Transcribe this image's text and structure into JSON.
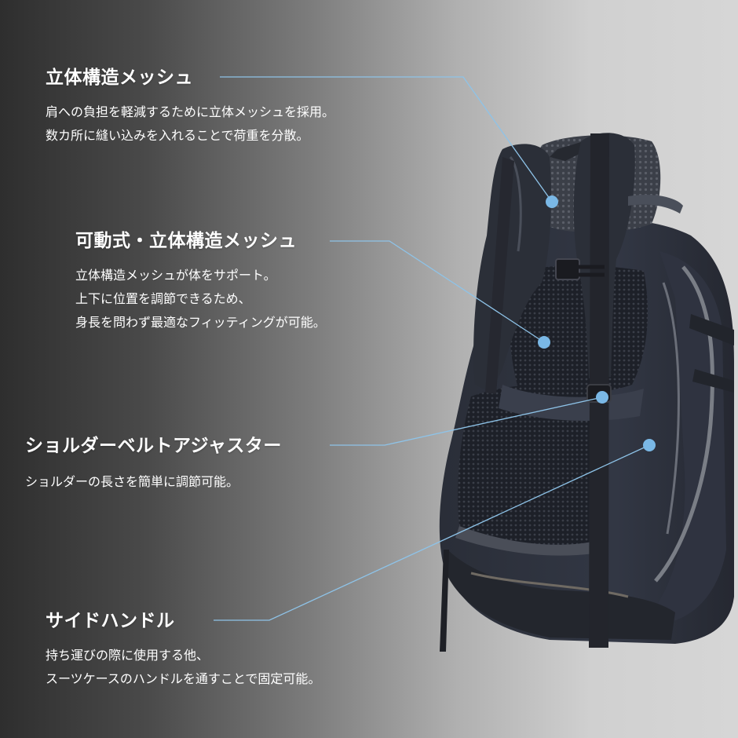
{
  "features": [
    {
      "title": "立体構造メッシュ",
      "lines": [
        "肩への負担を軽減するために立体メッシュを採用。",
        "数カ所に縫い込みを入れることで荷重を分散。"
      ]
    },
    {
      "title": "可動式・立体構造メッシュ",
      "lines": [
        "立体構造メッシュが体をサポート。",
        "上下に位置を調節できるため、",
        "身長を問わず最適なフィッティングが可能。"
      ]
    },
    {
      "title": "ショルダーベルトアジャスター",
      "lines": [
        "ショルダーの長さを簡単に調節可能。"
      ]
    },
    {
      "title": "サイドハンドル",
      "lines": [
        "持ち運びの際に使用する他、",
        "スーツケースのハンドルを通すことで固定可能。"
      ]
    }
  ],
  "colors": {
    "callout_line": "#8ec3e8",
    "callout_dot": "#7ab8e6",
    "text": "#ffffff"
  }
}
